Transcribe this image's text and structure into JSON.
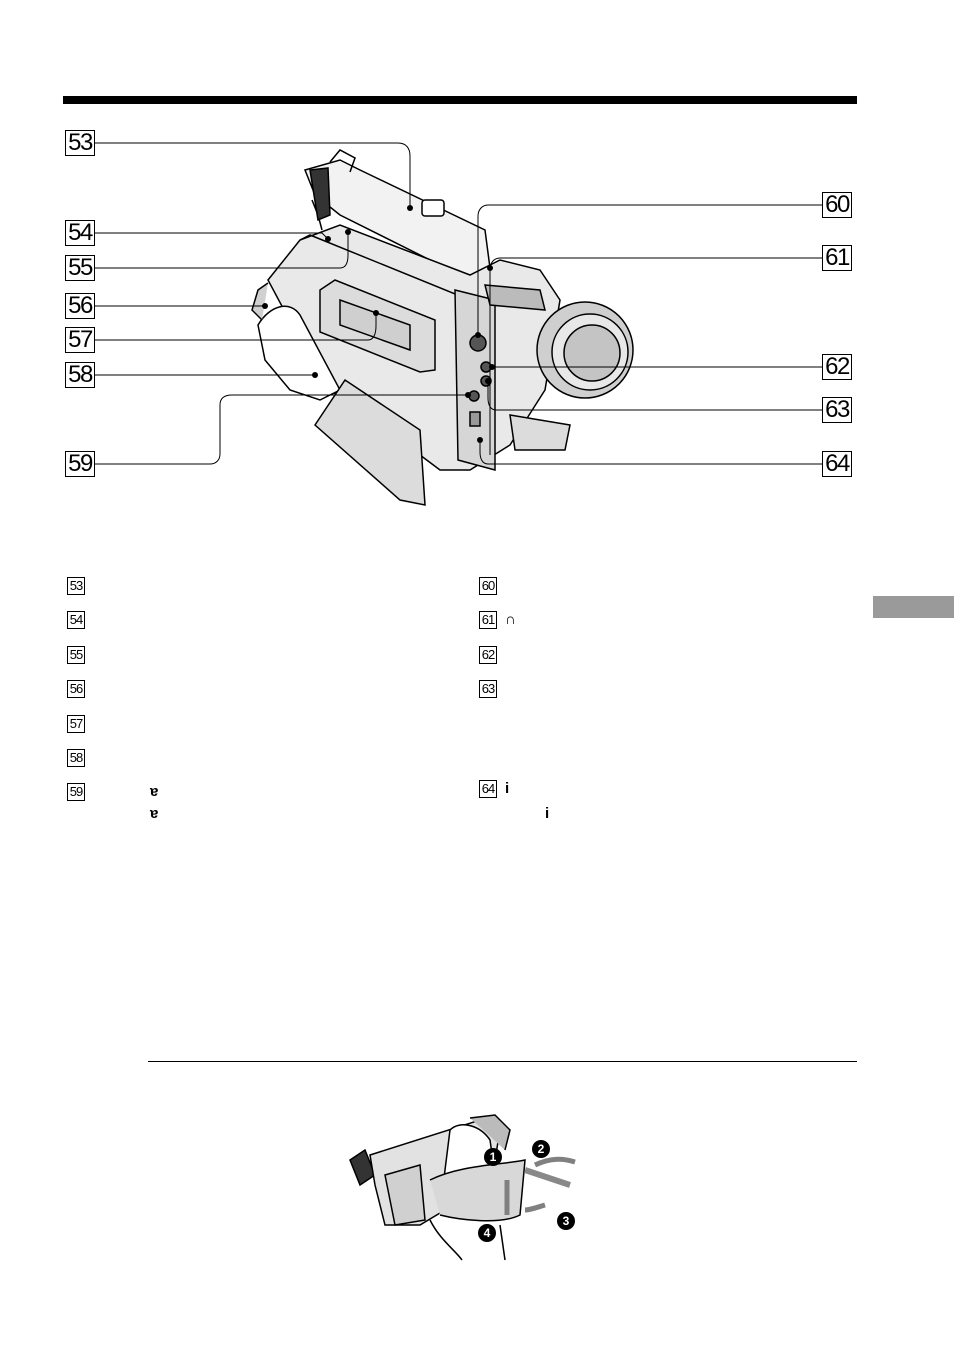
{
  "callouts_left": [
    "53",
    "54",
    "55",
    "56",
    "57",
    "58",
    "59"
  ],
  "callouts_right": [
    "60",
    "61",
    "62",
    "63",
    "64"
  ],
  "legend_left": [
    {
      "num": "53",
      "icon": ""
    },
    {
      "num": "54",
      "icon": ""
    },
    {
      "num": "55",
      "icon": ""
    },
    {
      "num": "56",
      "icon": ""
    },
    {
      "num": "57",
      "icon": ""
    },
    {
      "num": "58",
      "icon": ""
    },
    {
      "num": "59",
      "icon": "ɐ"
    }
  ],
  "legend_right": [
    {
      "num": "60",
      "icon": ""
    },
    {
      "num": "61",
      "icon": "∩"
    },
    {
      "num": "62",
      "icon": ""
    },
    {
      "num": "63",
      "icon": ""
    },
    {
      "num": "64",
      "icon": "i"
    }
  ],
  "sub_icons": {
    "lanc_59b": "ɐ",
    "mic_64b": "i"
  },
  "strap_steps": [
    "1",
    "2",
    "3",
    "4"
  ],
  "colors": {
    "rule": "#000000",
    "tab": "#9a9a9a",
    "arrow": "#808080"
  }
}
